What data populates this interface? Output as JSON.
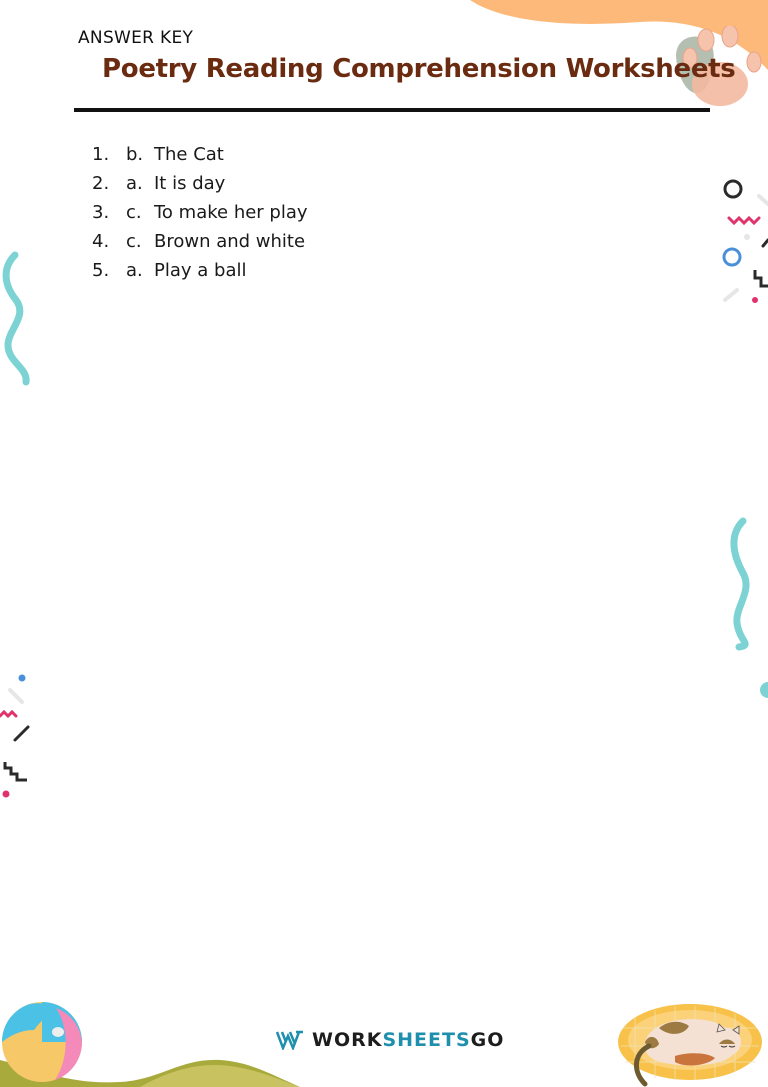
{
  "header": {
    "answer_key_label": "ANSWER KEY",
    "title": "Poetry Reading Comprehension Worksheets"
  },
  "answers": [
    {
      "number": "1.",
      "option": "b.",
      "text": "The Cat"
    },
    {
      "number": "2.",
      "option": "a.",
      "text": "It is day"
    },
    {
      "number": "3.",
      "option": "c.",
      "text": "To make her play"
    },
    {
      "number": "4.",
      "option": "c.",
      "text": "Brown and white"
    },
    {
      "number": "5.",
      "option": "a.",
      "text": "Play a ball"
    }
  ],
  "footer": {
    "brand_part1": "WORK",
    "brand_part2": "SHEETS",
    "brand_part3": "GO"
  },
  "decorations": {
    "icons": [
      "paw-print-icon",
      "beach-ball-icon",
      "sleeping-cat-icon",
      "squiggle-icon",
      "zigzag-icon",
      "circle-icon"
    ]
  },
  "colors": {
    "title": "#6a2b10",
    "orange_blob": "#fdb97a",
    "teal_squiggle": "#7dd3d3",
    "pink_accent": "#e0326b",
    "blue_accent": "#4a90d9",
    "brand_blue": "#1f8fae",
    "hill_green": "#a8aa3c"
  }
}
